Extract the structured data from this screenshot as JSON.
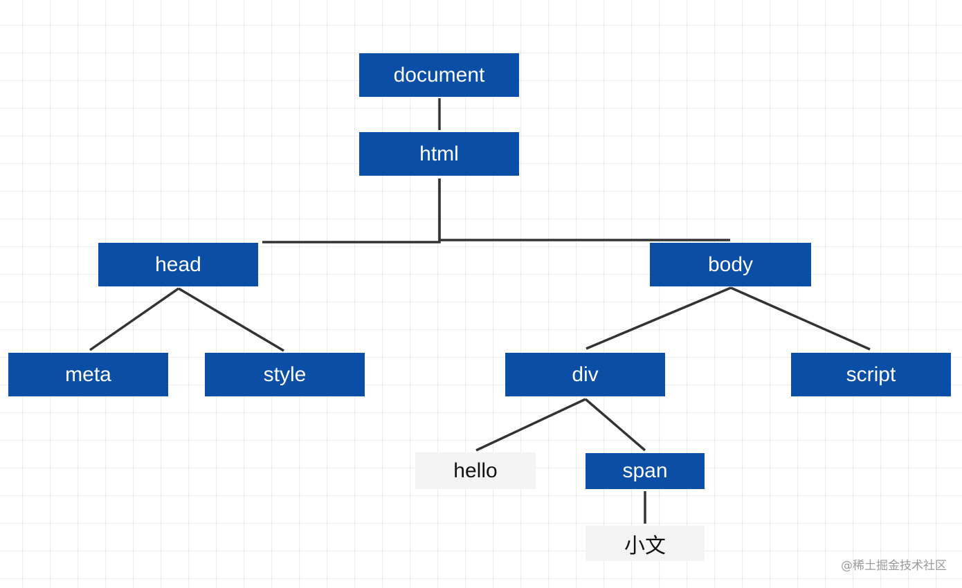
{
  "nodes": {
    "document": {
      "label": "document"
    },
    "html": {
      "label": "html"
    },
    "head": {
      "label": "head"
    },
    "body": {
      "label": "body"
    },
    "meta": {
      "label": "meta"
    },
    "style": {
      "label": "style"
    },
    "div": {
      "label": "div"
    },
    "script": {
      "label": "script"
    },
    "hello": {
      "label": "hello"
    },
    "span": {
      "label": "span"
    },
    "xiaowen": {
      "label": "小文"
    }
  },
  "edges": [
    [
      "document",
      "html"
    ],
    [
      "html",
      "head"
    ],
    [
      "html",
      "body"
    ],
    [
      "head",
      "meta"
    ],
    [
      "head",
      "style"
    ],
    [
      "body",
      "div"
    ],
    [
      "body",
      "script"
    ],
    [
      "div",
      "hello"
    ],
    [
      "div",
      "span"
    ],
    [
      "span",
      "xiaowen"
    ]
  ],
  "watermark": "@稀土掘金技术社区",
  "colors": {
    "element_fill": "#0b4ea6",
    "text_node_fill": "#f4f4f4",
    "edge": "#333333",
    "grid": "#ececec"
  }
}
